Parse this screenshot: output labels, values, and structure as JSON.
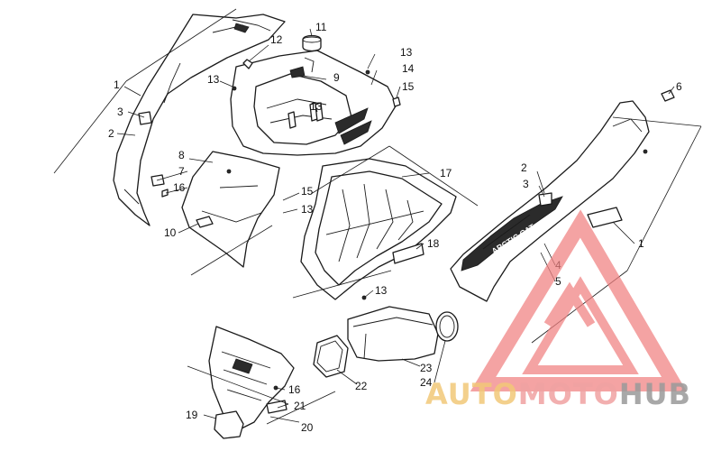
{
  "diagram": {
    "callouts": [
      {
        "id": "c1a",
        "text": "1"
      },
      {
        "id": "c2a",
        "text": "2"
      },
      {
        "id": "c3a",
        "text": "3"
      },
      {
        "id": "c7",
        "text": "7"
      },
      {
        "id": "c16a",
        "text": "16"
      },
      {
        "id": "c8",
        "text": "8"
      },
      {
        "id": "c10",
        "text": "10"
      },
      {
        "id": "c13a",
        "text": "13"
      },
      {
        "id": "c12",
        "text": "12"
      },
      {
        "id": "c11",
        "text": "11"
      },
      {
        "id": "c9",
        "text": "9"
      },
      {
        "id": "c13b",
        "text": "13"
      },
      {
        "id": "c13c",
        "text": "13"
      },
      {
        "id": "c14",
        "text": "14"
      },
      {
        "id": "c15a",
        "text": "15"
      },
      {
        "id": "c15b",
        "text": "15"
      },
      {
        "id": "c13d",
        "text": "13"
      },
      {
        "id": "c17",
        "text": "17"
      },
      {
        "id": "c18",
        "text": "18"
      },
      {
        "id": "c13e",
        "text": "13"
      },
      {
        "id": "c6",
        "text": "6"
      },
      {
        "id": "c2b",
        "text": "2"
      },
      {
        "id": "c3b",
        "text": "3"
      },
      {
        "id": "c1b",
        "text": "1"
      },
      {
        "id": "c4",
        "text": "4"
      },
      {
        "id": "c5",
        "text": "5"
      },
      {
        "id": "c22",
        "text": "22"
      },
      {
        "id": "c23",
        "text": "23"
      },
      {
        "id": "c24",
        "text": "24"
      },
      {
        "id": "c16b",
        "text": "16"
      },
      {
        "id": "c21",
        "text": "21"
      },
      {
        "id": "c19",
        "text": "19"
      },
      {
        "id": "c20",
        "text": "20"
      }
    ],
    "panel_decal_text": "ARCTIC CAT"
  },
  "watermark": {
    "part1": "AUTO",
    "part2": "MOTO",
    "part3": "HUB",
    "colors": {
      "part1": "#f2c878",
      "part2": "#f0a2a2",
      "part3": "#9a9a9a",
      "triangle": "#f08080"
    }
  }
}
